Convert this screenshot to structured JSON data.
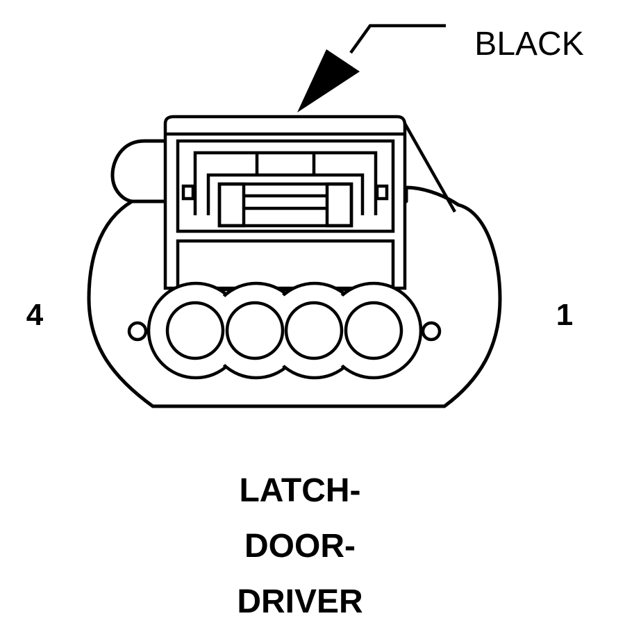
{
  "connector": {
    "color_label": "BLACK",
    "pins": {
      "left_label": "4",
      "right_label": "1"
    },
    "title_lines": [
      "LATCH-",
      "DOOR-",
      "DRIVER"
    ]
  }
}
